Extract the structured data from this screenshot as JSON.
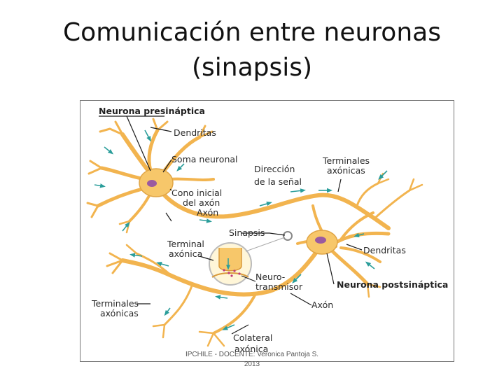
{
  "title": {
    "line1": "Comunicación entre neuronas",
    "line2": "(sinapsis)"
  },
  "diagram": {
    "labels": {
      "presynaptic": "Neurona presináptica",
      "dendrites_top": "Dendritas",
      "soma": "Soma neuronal",
      "axon_hillock_1": "Cono inicial",
      "axon_hillock_2": "del axón",
      "axon_top": "Axón",
      "direction_1": "Dirección",
      "direction_2": "de la señal",
      "terminals_top_1": "Terminales",
      "terminals_top_2": "axónicas",
      "synapse": "Sinapsis",
      "terminal_axonic_1": "Terminal",
      "terminal_axonic_2": "axónica",
      "dendrites_right": "Dendritas",
      "neurotransmitter_1": "Neuro-",
      "neurotransmitter_2": "transmisor",
      "postsynaptic": "Neurona postsináptica",
      "terminals_bottom_1": "Terminales",
      "terminals_bottom_2": "axónicas",
      "axon_bottom": "Axón",
      "collateral_1": "Colateral",
      "collateral_2": "axónica"
    },
    "colors": {
      "neuron_fill": "#f7c76a",
      "neuron_stroke": "#d99a3a",
      "nucleus": "#9b5aa0",
      "arrow": "#2a9d9a",
      "leader": "#1a1a1a",
      "synapse_fill": "#fde59a"
    }
  },
  "footer": {
    "line1": "IPCHILE - DOCENTE: Veronica Pantoja S.",
    "line2": "2013"
  }
}
